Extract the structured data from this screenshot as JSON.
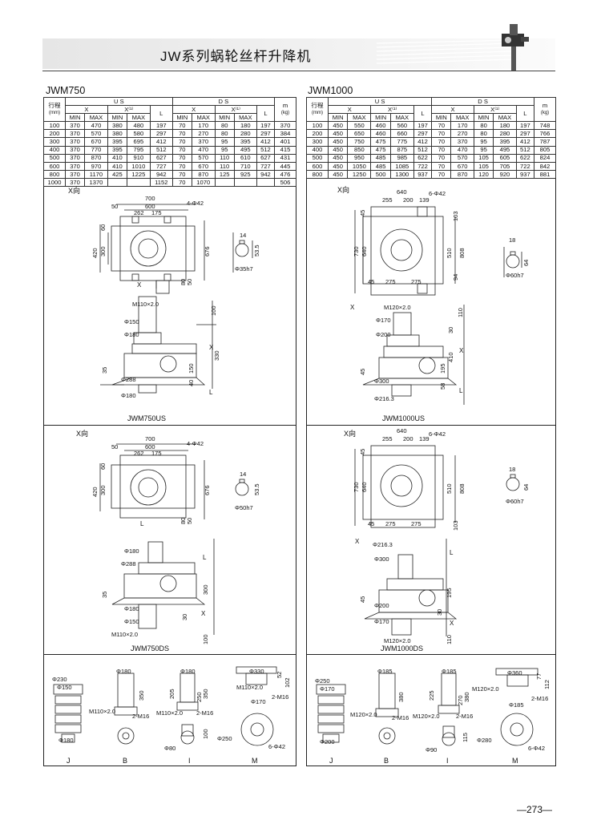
{
  "header": {
    "title": "JW系列蜗轮丝杆升降机"
  },
  "page_number": "—273—",
  "models": [
    {
      "name": "JWM750",
      "table": {
        "col_stroke": "行程",
        "col_stroke_unit": "(mm)",
        "us": "U S",
        "ds": "D S",
        "x": "X",
        "x_sup": "X⁽¹⁾",
        "min": "MIN",
        "max": "MAX",
        "l": "L",
        "m": "m",
        "m_unit": "(kg)",
        "rows": [
          [
            "100",
            "370",
            "470",
            "380",
            "480",
            "197",
            "70",
            "170",
            "80",
            "180",
            "197",
            "370"
          ],
          [
            "200",
            "370",
            "570",
            "380",
            "580",
            "297",
            "70",
            "270",
            "80",
            "280",
            "297",
            "384"
          ],
          [
            "300",
            "370",
            "670",
            "395",
            "695",
            "412",
            "70",
            "370",
            "95",
            "395",
            "412",
            "401"
          ],
          [
            "400",
            "370",
            "770",
            "395",
            "795",
            "512",
            "70",
            "470",
            "95",
            "495",
            "512",
            "415"
          ],
          [
            "500",
            "370",
            "870",
            "410",
            "910",
            "627",
            "70",
            "570",
            "110",
            "610",
            "627",
            "431"
          ],
          [
            "600",
            "370",
            "970",
            "410",
            "1010",
            "727",
            "70",
            "670",
            "110",
            "710",
            "727",
            "445"
          ],
          [
            "800",
            "370",
            "1170",
            "425",
            "1225",
            "942",
            "70",
            "870",
            "125",
            "925",
            "942",
            "476"
          ],
          [
            "1000",
            "370",
            "1370",
            "",
            "",
            "1152",
            "70",
            "1070",
            "",
            "",
            "",
            "506"
          ]
        ]
      },
      "us_view": {
        "xdir": "X向",
        "dims_top": [
          "700",
          "600",
          "262",
          "175",
          "4-Φ42",
          "50"
        ],
        "dims_side": [
          "420",
          "300",
          "60",
          "676",
          "80",
          "50"
        ],
        "shaft": [
          "14",
          "53.5",
          "Φ35h7"
        ],
        "front": [
          "M110×2.0",
          "Φ150",
          "Φ180",
          "Φ288",
          "Φ180",
          "100",
          "330",
          "150",
          "40",
          "35",
          "X",
          "L"
        ],
        "caption": "JWM750US"
      },
      "ds_view": {
        "xdir": "X向",
        "dims_top": [
          "700",
          "600",
          "262",
          "175",
          "4-Φ42",
          "50"
        ],
        "dims_side": [
          "420",
          "300",
          "60",
          "676",
          "80",
          "50"
        ],
        "shaft": [
          "14",
          "53.5",
          "Φ50h7"
        ],
        "front": [
          "Φ180",
          "Φ288",
          "Φ180",
          "Φ150",
          "M110×2.0",
          "35",
          "300",
          "30",
          "100",
          "X",
          "L"
        ],
        "caption": "JWM750DS"
      },
      "accessories": {
        "j": [
          "Φ230",
          "Φ150",
          "Φ180"
        ],
        "b": [
          "Φ180",
          "350",
          "M110×2.0",
          "2-M16"
        ],
        "i": [
          "Φ180",
          "250",
          "350",
          "205",
          "M110×2.0",
          "2-M16",
          "Φ80",
          "100"
        ],
        "m": [
          "Φ330",
          "52",
          "102",
          "M110×2.0",
          "2-M16",
          "Φ170",
          "Φ250",
          "6-Φ42"
        ],
        "labels": [
          "J",
          "B",
          "I",
          "M"
        ]
      }
    },
    {
      "name": "JWM1000",
      "table": {
        "col_stroke": "行程",
        "col_stroke_unit": "(mm)",
        "us": "U S",
        "ds": "D S",
        "x": "X",
        "x_sup": "X⁽¹⁾",
        "min": "MIN",
        "max": "MAX",
        "l": "L",
        "m": "m",
        "m_unit": "(kg)",
        "rows": [
          [
            "100",
            "450",
            "550",
            "460",
            "560",
            "197",
            "70",
            "170",
            "80",
            "180",
            "197",
            "748"
          ],
          [
            "200",
            "450",
            "650",
            "460",
            "660",
            "297",
            "70",
            "270",
            "80",
            "280",
            "297",
            "766"
          ],
          [
            "300",
            "450",
            "750",
            "475",
            "775",
            "412",
            "70",
            "370",
            "95",
            "395",
            "412",
            "787"
          ],
          [
            "400",
            "450",
            "850",
            "475",
            "875",
            "512",
            "70",
            "470",
            "95",
            "495",
            "512",
            "805"
          ],
          [
            "500",
            "450",
            "950",
            "485",
            "985",
            "622",
            "70",
            "570",
            "105",
            "605",
            "622",
            "824"
          ],
          [
            "600",
            "450",
            "1050",
            "485",
            "1085",
            "722",
            "70",
            "670",
            "105",
            "705",
            "722",
            "842"
          ],
          [
            "800",
            "450",
            "1250",
            "500",
            "1300",
            "937",
            "70",
            "870",
            "120",
            "920",
            "937",
            "881"
          ]
        ]
      },
      "us_view": {
        "xdir": "X向",
        "dims_top": [
          "640",
          "255",
          "200",
          "139",
          "6-Φ42",
          "45"
        ],
        "dims_side": [
          "730",
          "640",
          "510",
          "808",
          "103",
          "94",
          "45",
          "275",
          "275"
        ],
        "shaft": [
          "18",
          "64",
          "Φ60h7"
        ],
        "front": [
          "M120×2.0",
          "Φ170",
          "Φ200",
          "Φ300",
          "Φ216.3",
          "110",
          "410",
          "195",
          "30",
          "45",
          "58",
          "X",
          "L"
        ],
        "caption": "JWM1000US"
      },
      "ds_view": {
        "xdir": "X向",
        "dims_top": [
          "640",
          "255",
          "200",
          "139",
          "6-Φ42",
          "45"
        ],
        "dims_side": [
          "730",
          "640",
          "510",
          "808",
          "103",
          "45",
          "275",
          "275"
        ],
        "shaft": [
          "18",
          "64",
          "Φ60h7"
        ],
        "front": [
          "Φ216.3",
          "Φ300",
          "Φ200",
          "Φ170",
          "M120×2.0",
          "45",
          "195",
          "30",
          "110",
          "X",
          "L"
        ],
        "caption": "JWM1000DS"
      },
      "accessories": {
        "j": [
          "Φ250",
          "Φ170",
          "Φ200"
        ],
        "b": [
          "Φ185",
          "380",
          "M120×2.0",
          "2-M16"
        ],
        "i": [
          "Φ185",
          "270",
          "380",
          "225",
          "M120×2.0",
          "2-M16",
          "Φ90",
          "115"
        ],
        "m": [
          "Φ360",
          "77",
          "112",
          "M120×2.0",
          "2-M16",
          "Φ185",
          "Φ280",
          "6-Φ42"
        ],
        "labels": [
          "J",
          "B",
          "I",
          "M"
        ]
      }
    }
  ]
}
